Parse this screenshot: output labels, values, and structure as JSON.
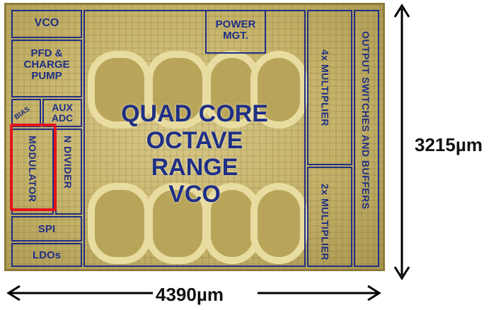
{
  "blocks": {
    "vco_small": "VCO",
    "pfd": "PFD &\nCHARGE\nPUMP",
    "bias": "BIAS",
    "aux_adc": "AUX\nADC",
    "modulator": "MODULATOR",
    "n_divider": "N DIVIDER",
    "spi": "SPI",
    "ldos": "LDOs",
    "power": "POWER\nMGT.",
    "core": "QUAD CORE\nOCTAVE\nRANGE\nVCO",
    "mult4": "4x\nMULTIPLIER",
    "mult2": "2x\nMULTIPLIER",
    "output": "OUTPUT SWITCHES AND BUFFERS"
  },
  "dimensions": {
    "height": "3215µm",
    "width": "4390µm"
  },
  "colors": {
    "block_outline": "#1f2f86",
    "highlight": "#e0151b",
    "die": "#c5b36a"
  }
}
